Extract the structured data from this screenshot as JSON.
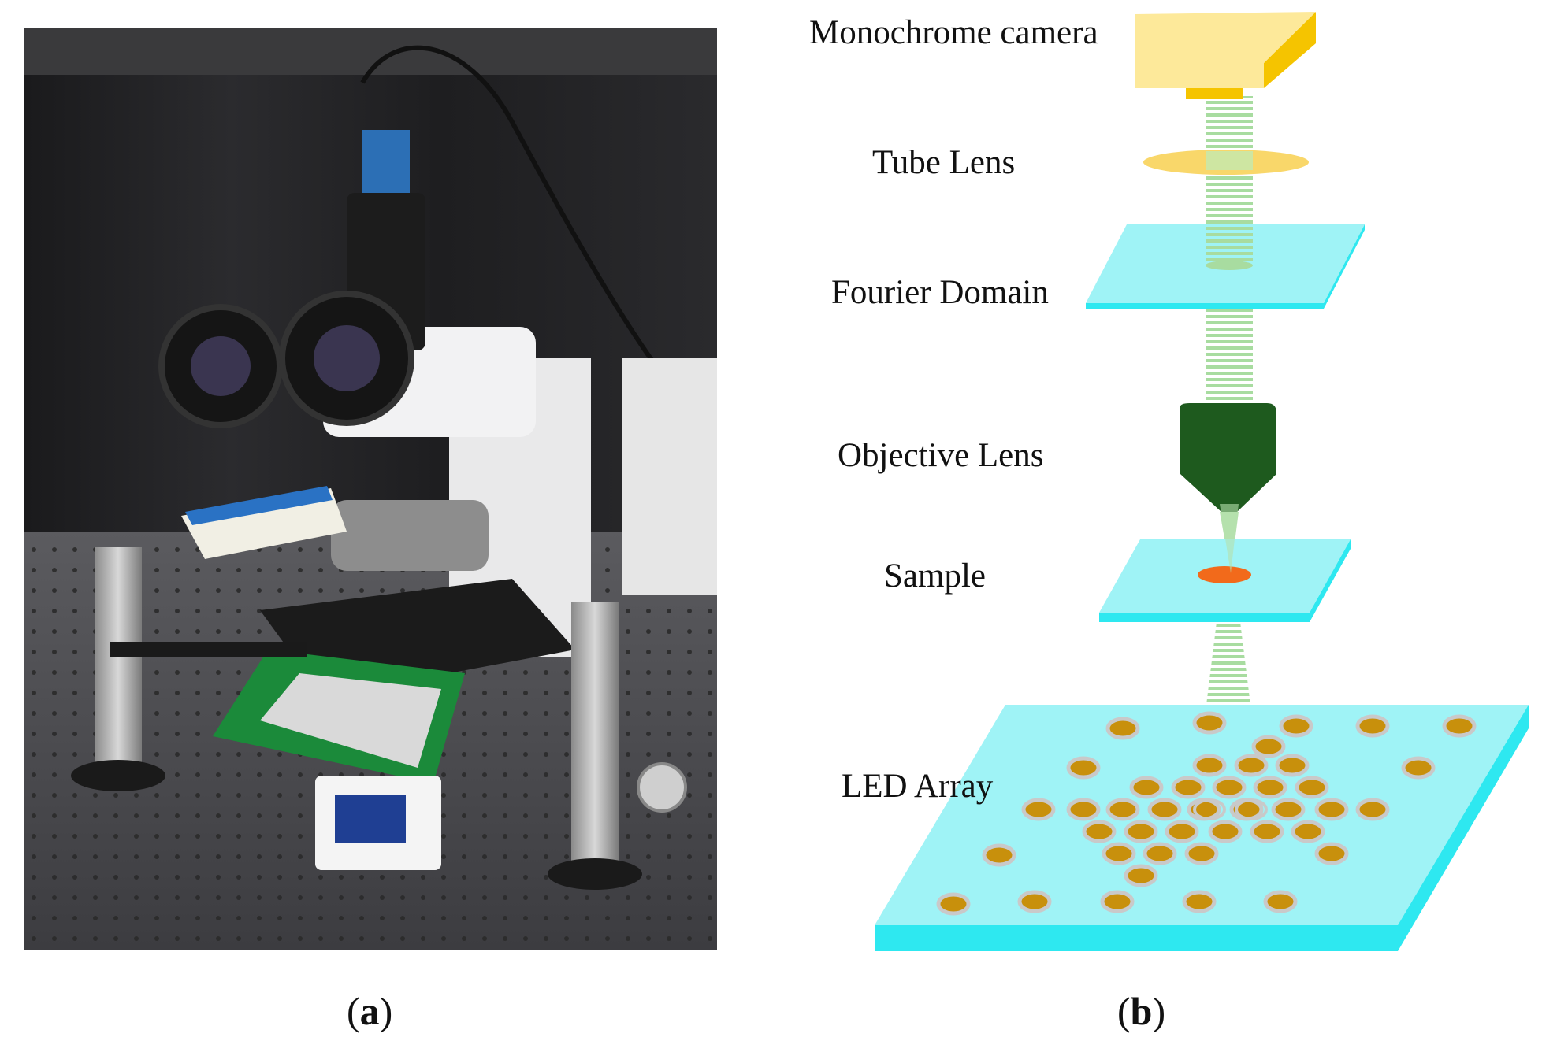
{
  "panel_a": {
    "caption_open": "(",
    "caption_letter": "a",
    "caption_close": ")"
  },
  "panel_b": {
    "caption_open": "(",
    "caption_letter": "b",
    "caption_close": ")",
    "labels": {
      "camera": "Monochrome camera",
      "tube_lens": "Tube Lens",
      "fourier": "Fourier Domain",
      "objective": "Objective Lens",
      "sample": "Sample",
      "led_array": "LED Array"
    }
  },
  "colors": {
    "camera": "#fde99a",
    "camera_side": "#f5c400",
    "tube_lens": "#f9d76a",
    "glass": "#9ff3f6",
    "glass_edge": "#2ee8f0",
    "beam": "#a8dca0",
    "objective": "#1e5a1e",
    "sample_spot": "#f26a1b",
    "led": "#c8900c",
    "led_ring": "#c9c9c9"
  }
}
